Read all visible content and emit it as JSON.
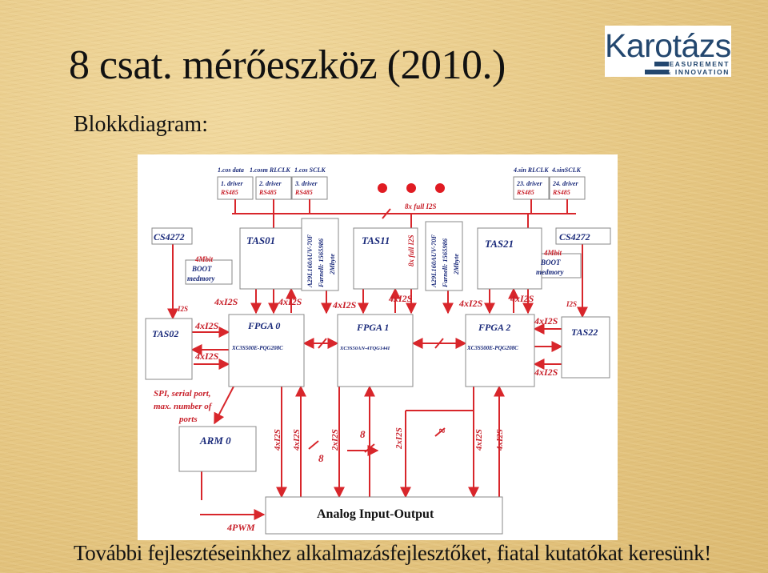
{
  "slide": {
    "title": "8 csat. mérőeszköz (2010.)",
    "subtitle": "Blokkdiagram:",
    "footer": "További fejlesztéseinkhez alkalmazásfejlesztőket, fiatal kutatókat keresünk!"
  },
  "logo": {
    "word": "Karotázs",
    "line1": "MEASUREMENT",
    "line2": "& INNOVATION",
    "color": "#23476f"
  },
  "diagram": {
    "colors": {
      "wire": "#d8262b",
      "box": "#888888",
      "text": "#1a2a7a",
      "label": "#c8202a"
    },
    "top": {
      "cos_data": "1.cos data",
      "cosm_rlclk": "1.cosm RLCLK",
      "cos_sclk": "1.cos SCLK",
      "sin_rlclk": "4.sin RLCLK",
      "sin_sclk": "4.sinSCLK",
      "driver1": "1. driver",
      "driver2": "2. driver",
      "driver3": "3. driver",
      "driver23": "23. driver",
      "driver24": "24. driver",
      "rs485": "RS485",
      "bus_full": "8x full I2S"
    },
    "blocks": {
      "cs4272": "CS4272",
      "boot_mbit": "4Mbit",
      "boot": "BOOT",
      "boot_mem": "medmory",
      "tas01": "TAS01",
      "tas11": "TAS11",
      "tas21": "TAS21",
      "tas02": "TAS02",
      "tas22": "TAS22",
      "flash_part": "A29L160AUV-70F",
      "flash_farnell": "Farnell: 1565986",
      "flash_size": "2Mbyte",
      "fpga0": "FPGA 0",
      "fpga0_part": "XC3S500E-PQG208C",
      "fpga1": "FPGA 1",
      "fpga1_part": "XC3S50AN-4TQG144I",
      "fpga2": "FPGA 2",
      "fpga2_part": "XC3S500E-PQG208C",
      "arm": "ARM 0",
      "analog": "Analog Input-Output",
      "spi_note_1": "SPI, serial port,",
      "spi_note_2": "max. number of",
      "spi_note_3": "ports"
    },
    "labels": {
      "i2s": "I2S",
      "four_i2s": "4xI2S",
      "two_i2s": "2xI2S",
      "eight": "8",
      "full_i2s_v": "8x full I2S",
      "pwm": "4PWM"
    }
  }
}
